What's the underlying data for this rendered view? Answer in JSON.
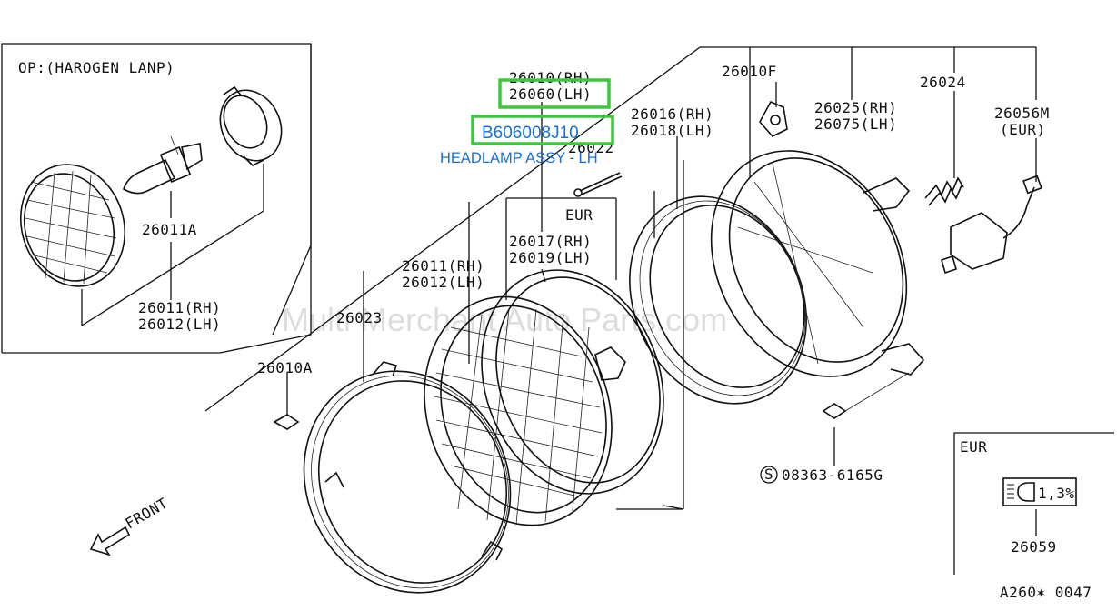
{
  "option_box": {
    "title": "OP:(HAROGEN LANP)",
    "labels": {
      "bulb": "26011A",
      "lamp_rh": "26011(RH)",
      "lamp_lh": "26012(LH)"
    }
  },
  "labels": {
    "p26010_rh": "26010(RH)",
    "p26060_lh": "26060(LH)",
    "p26010f": "26010F",
    "p26016_rh": "26016(RH)",
    "p26018_lh": "26018(LH)",
    "p26025_rh": "26025(RH)",
    "p26075_lh": "26075(LH)",
    "p26024": "26024",
    "p26056m": "26056M",
    "p26056m_eur": "(EUR)",
    "p26022": "26022",
    "eur": "EUR",
    "p26017_rh": "26017(RH)",
    "p26019_lh": "26019(LH)",
    "p26011_rh": "26011(RH)",
    "p26012_lh": "26012(LH)",
    "p26023": "26023",
    "p26010a": "26010A",
    "screw": "08363-6165G",
    "front": "FRONT"
  },
  "callout": {
    "part_number": "B606008J10",
    "description": "HEADLAMP ASSY - LH",
    "highlight_color": "#3cc83c",
    "text_color": "#1a6fd1"
  },
  "eur_box": {
    "title": "EUR",
    "indicator_text": "1,3%",
    "part": "26059"
  },
  "watermark": "Multi Merchant Auto Parts.com",
  "diagram_code": "A260✶ 0047"
}
